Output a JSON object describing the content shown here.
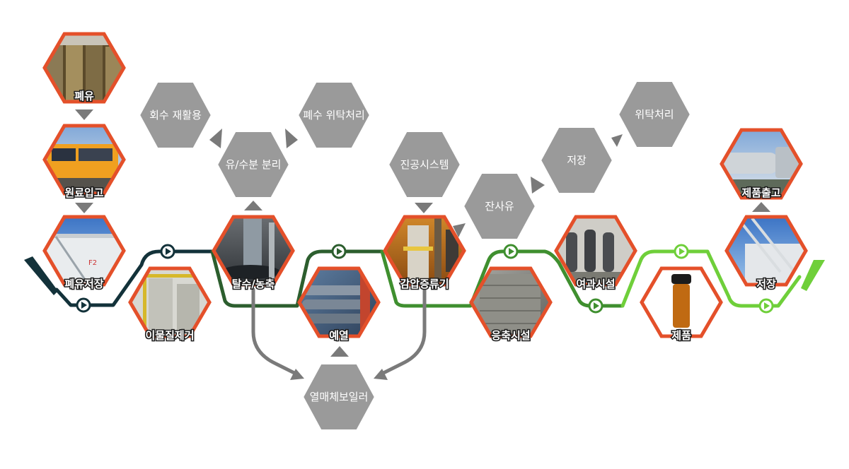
{
  "colors": {
    "hex_border": "#e4502a",
    "gray_hex": "#9a9a9a",
    "connector": "#7a7a7a",
    "flow_dark": "#13323a",
    "flow_green1": "#2c5e2e",
    "flow_green2": "#3f8f2f",
    "flow_green3": "#6fcf3a"
  },
  "photo_nodes": {
    "waste_oil": "폐유",
    "raw_material_receipt": "원료입고",
    "waste_oil_storage": "폐유저장",
    "foreign_matter_removal": "이물질제거",
    "dehydration_concentration": "탈수/농축",
    "preheating": "예열",
    "vacuum_distillation": "감압증류기",
    "condensing_facility": "응축시설",
    "filtration_facility": "여과시설",
    "product": "제품",
    "storage": "저장",
    "product_shipment": "제품출고"
  },
  "gray_nodes": {
    "recovery_recycling": "회수 재활용",
    "oil_water_separation": "유/수분 분리",
    "wastewater_outsourcing": "폐수 위탁처리",
    "vacuum_system": "진공시스템",
    "residual_oil": "잔사유",
    "residue_storage": "저장",
    "outsourced_treatment": "위탁처리",
    "thermal_oil_boiler": "열매체보일러"
  }
}
